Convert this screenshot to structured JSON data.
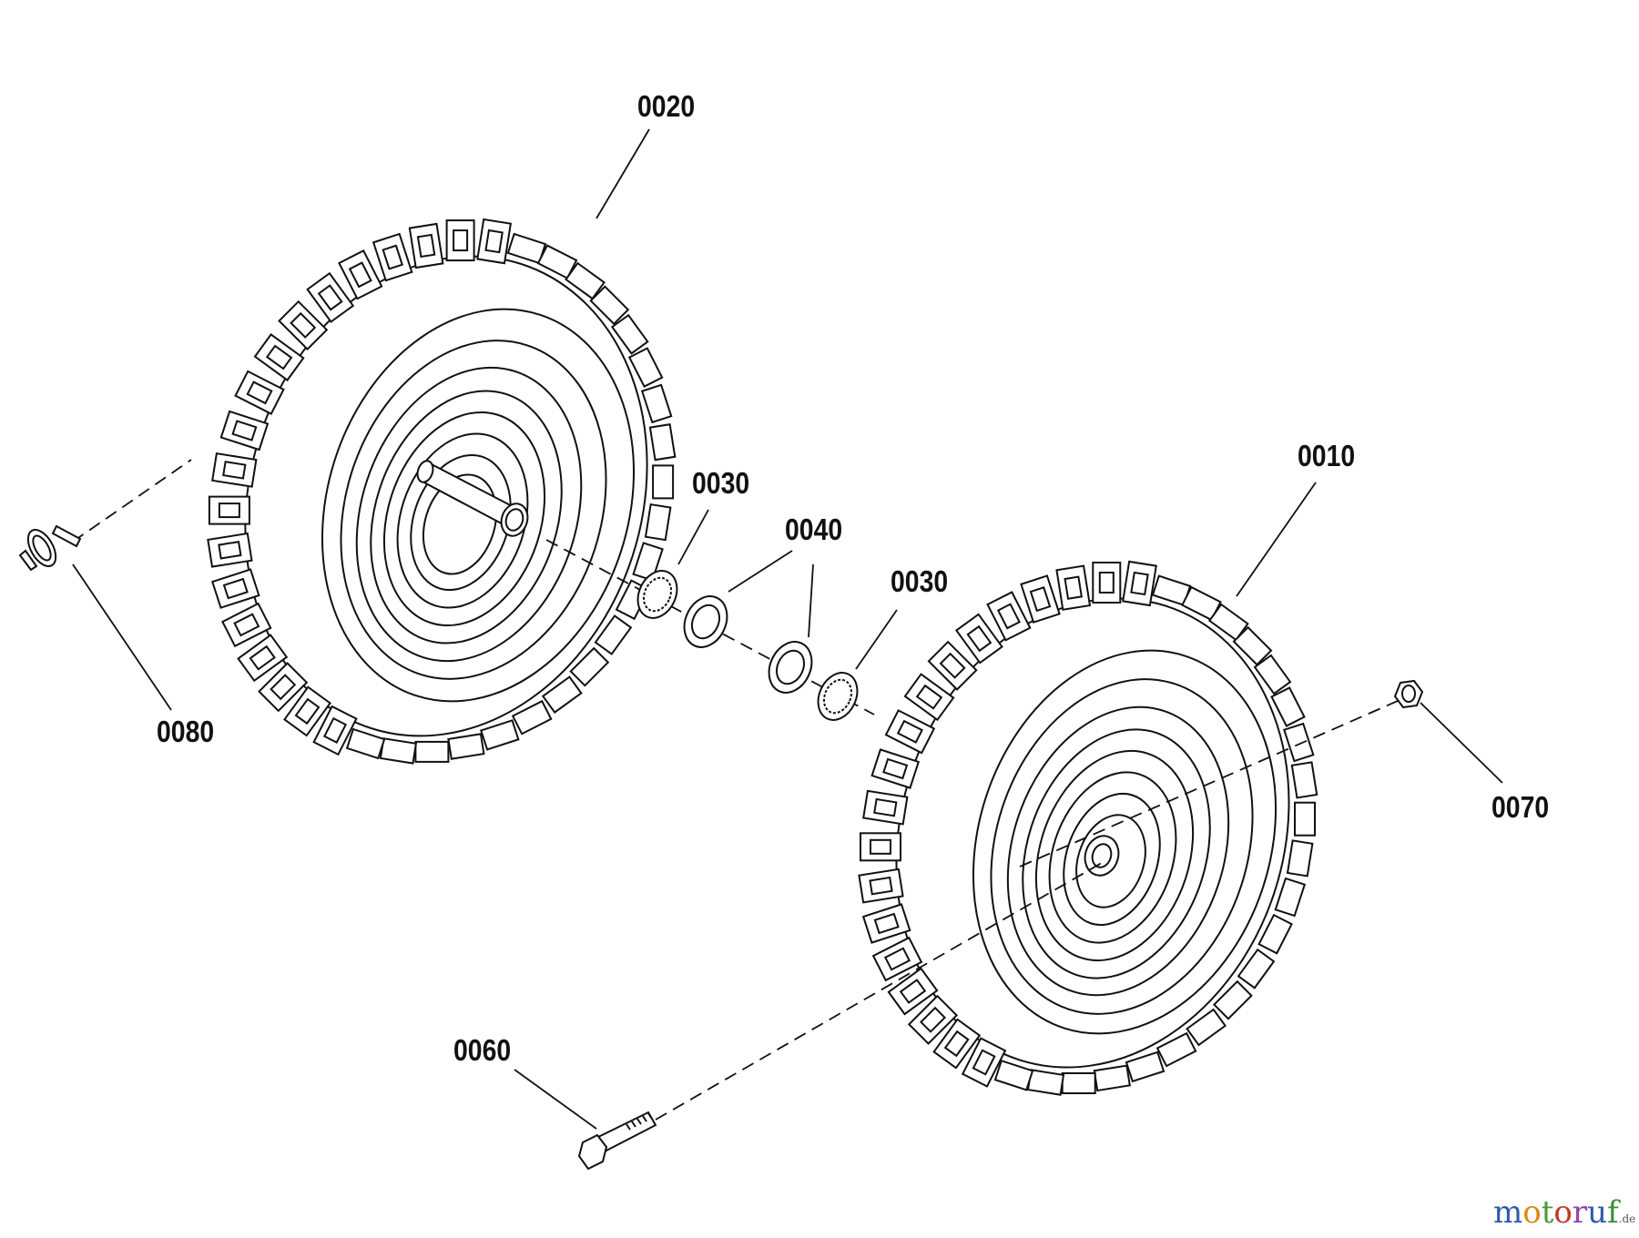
{
  "callouts": {
    "p0010": "0010",
    "p0020": "0020",
    "p0030_a": "0030",
    "p0030_b": "0030",
    "p0040": "0040",
    "p0060": "0060",
    "p0070": "0070",
    "p0080": "0080"
  },
  "watermark": {
    "letters": [
      "m",
      "o",
      "t",
      "o",
      "r",
      "u",
      "f"
    ],
    "letter_colors": [
      "#2f5aa8",
      "#d98a1a",
      "#4b9a3a",
      "#c0392b",
      "#8e44ad",
      "#2f5aa8",
      "#3a8f3a"
    ],
    "suffix": ".de"
  },
  "colors": {
    "line": "#111111",
    "background": "#ffffff"
  }
}
